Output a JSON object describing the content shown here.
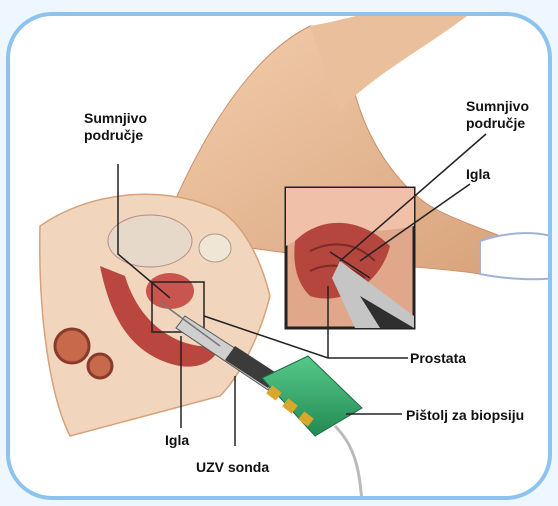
{
  "labels": {
    "suspicious_area_left": [
      "Sumnjivo",
      "područje"
    ],
    "suspicious_area_right": [
      "Sumnjivo",
      "područje"
    ],
    "needle_right": "Igla",
    "prostate": "Prostata",
    "biopsy_gun": "Pištolj za biopsiju",
    "needle_bottom": "Igla",
    "ultrasound_probe": "UZV sonda"
  },
  "colors": {
    "frame": "#8ec2ef",
    "background": "#eef7ff",
    "skin": "#e8b890",
    "organ": "#c8564f",
    "gun": "#3aaf6c",
    "probe": "#3b3b3b",
    "leader_line": "#222222"
  }
}
